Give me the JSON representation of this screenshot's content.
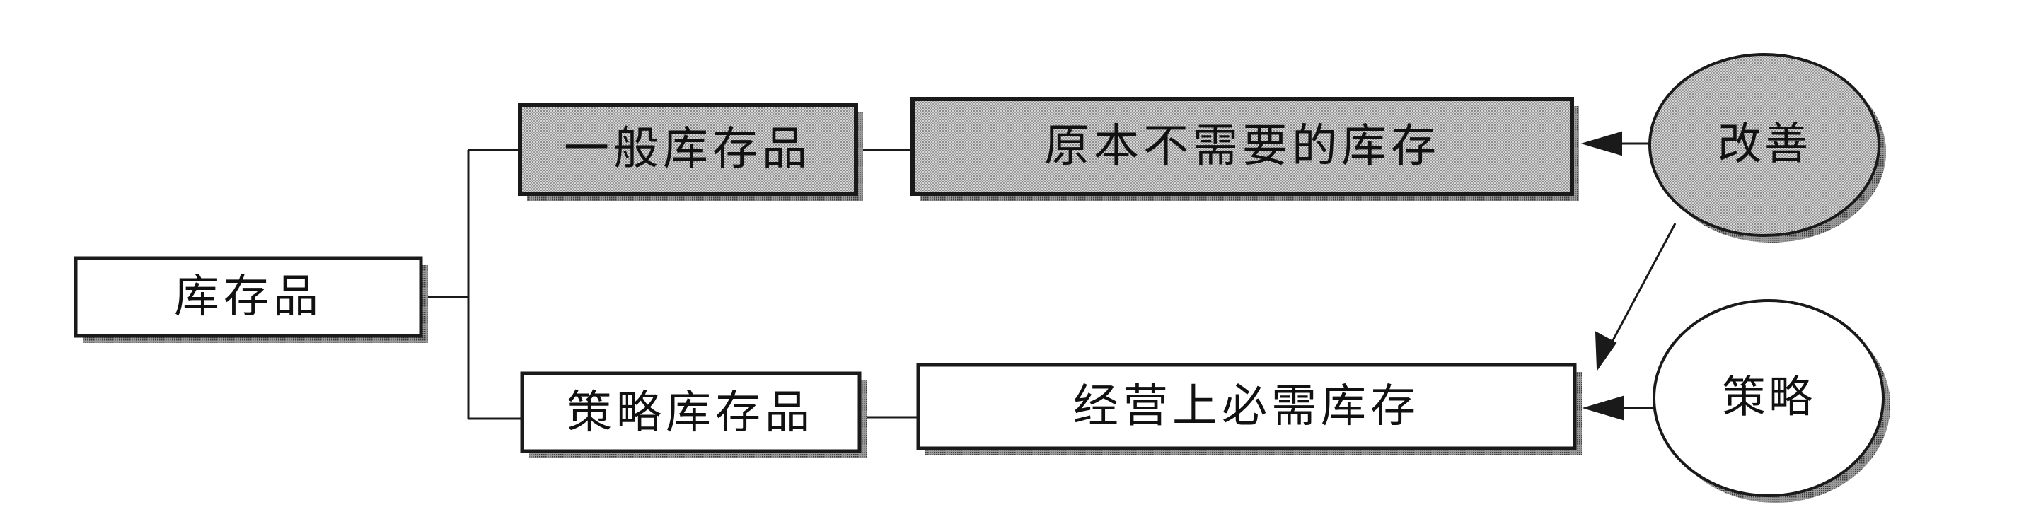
{
  "diagram": {
    "root": {
      "label": "库存品"
    },
    "general": {
      "label": "一般库存品"
    },
    "strategic": {
      "label": "策略库存品"
    },
    "unneeded": {
      "label": "原本不需要的库存"
    },
    "required": {
      "label": "经营上必需库存"
    },
    "improve": {
      "label": "改善"
    },
    "strategy": {
      "label": "策略"
    }
  },
  "colors": {
    "line": "#1a1a1a",
    "shaded_fill": "#c4c4c4",
    "plain_fill": "#ffffff",
    "shadow": "#6e6e6e"
  }
}
